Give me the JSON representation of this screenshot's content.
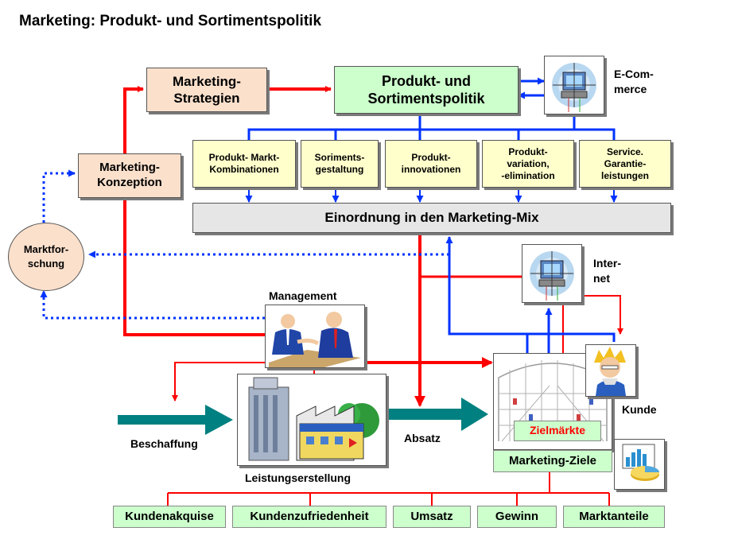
{
  "title": "Marketing: Produkt- und Sortimentspolitik",
  "marketing_strategien": "Marketing-\nStrategien",
  "produkt_sortimentspolitik": "Produkt- und\nSortimentspolitik",
  "ecommerce": "E-Com-\nmerce",
  "marketing_konzeption": "Marketing-\nKonzeption",
  "marktforschung": "Marktfor-\nschung",
  "sub_boxes": [
    "Produkt- Markt-\nKombinationen",
    "Soriments-\ngestaltung",
    "Produkt-\ninnovationen",
    "Produkt-\nvariation,\n-elimination",
    "Service.\nGarantie-\nleistungen"
  ],
  "marketing_mix": "Einordnung in den Marketing-Mix",
  "internet": "Inter-\nnet",
  "management": "Management",
  "kunde": "Kunde",
  "beschaffung": "Beschaffung",
  "absatz": "Absatz",
  "leistungserstellung": "Leistungserstellung",
  "zielmaerkte": "Zielmärkte",
  "marketing_ziele": "Marketing-Ziele",
  "goals": [
    "Kundenakquise",
    "Kundenzufriedenheit",
    "Umsatz",
    "Gewinn",
    "Marktanteile"
  ],
  "colors": {
    "red": "#ff0000",
    "blue": "#0033ff",
    "teal": "#008080",
    "green_box": "#ccffcc",
    "peach_box": "#fbe0cc",
    "yellow_box": "#ffffcc"
  }
}
